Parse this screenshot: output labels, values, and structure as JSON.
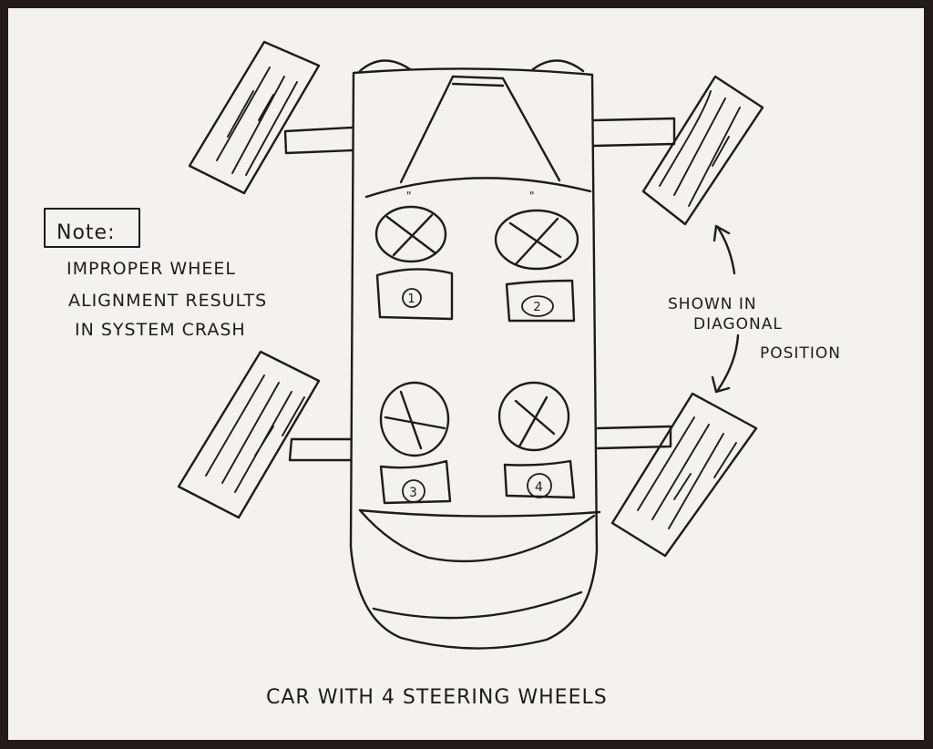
{
  "note": {
    "label": "Note:",
    "lines": [
      "IMPROPER WHEEL",
      "ALIGNMENT RESULTS",
      "IN SYSTEM CRASH"
    ]
  },
  "annotation": {
    "lines": [
      "SHOWN IN",
      "DIAGONAL",
      "POSITION"
    ]
  },
  "seats": [
    {
      "number": "1"
    },
    {
      "number": "2"
    },
    {
      "number": "3"
    },
    {
      "number": "4"
    }
  ],
  "caption": "CAR WITH 4 STEERING WHEELS",
  "colors": {
    "ink": "#1c1c1c",
    "paper": "#f3f2f0",
    "frame": "#231b1b"
  }
}
